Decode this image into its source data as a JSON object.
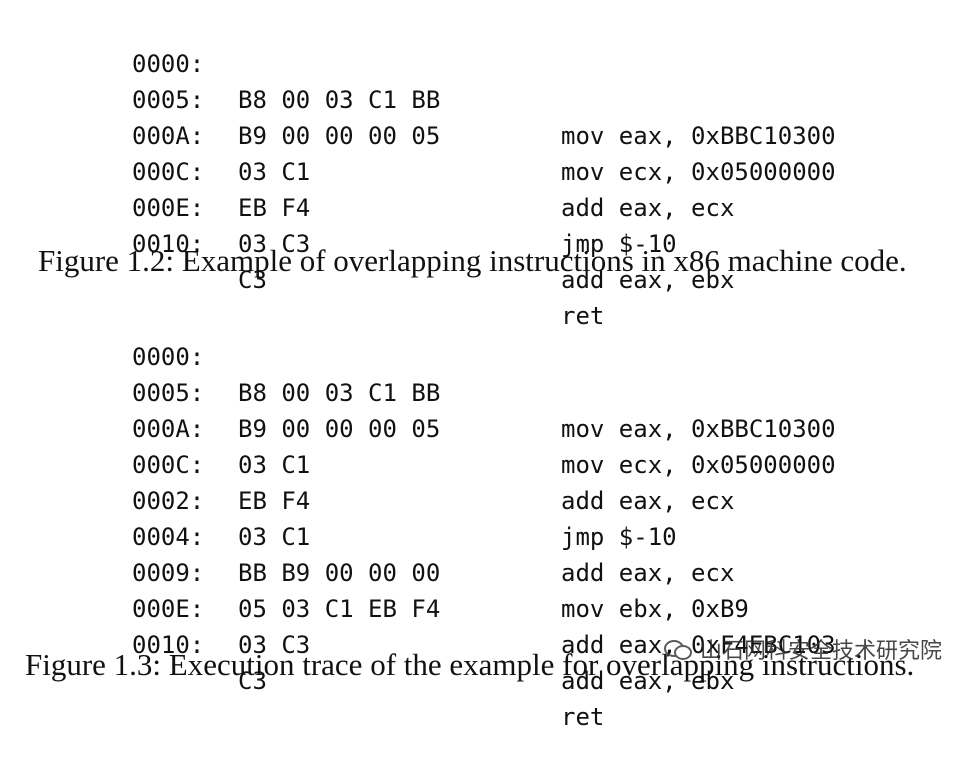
{
  "figure_1_2": {
    "rows": [
      {
        "addr": "0000:",
        "bytes": "B8 00 03 C1 BB",
        "asm": "mov eax, 0xBBC10300"
      },
      {
        "addr": "0005:",
        "bytes": "B9 00 00 00 05",
        "asm": "mov ecx, 0x05000000"
      },
      {
        "addr": "000A:",
        "bytes": "03 C1",
        "asm": "add eax, ecx"
      },
      {
        "addr": "000C:",
        "bytes": "EB F4",
        "asm": "jmp $-10"
      },
      {
        "addr": "000E:",
        "bytes": "03 C3",
        "asm": "add eax, ebx"
      },
      {
        "addr": "0010:",
        "bytes": "C3",
        "asm": "ret"
      }
    ],
    "caption": "Figure 1.2: Example of overlapping instructions in x86 machine code."
  },
  "figure_1_3": {
    "rows": [
      {
        "addr": "0000:",
        "bytes": "B8 00 03 C1 BB",
        "asm": "mov eax, 0xBBC10300"
      },
      {
        "addr": "0005:",
        "bytes": "B9 00 00 00 05",
        "asm": "mov ecx, 0x05000000"
      },
      {
        "addr": "000A:",
        "bytes": "03 C1",
        "asm": "add eax, ecx"
      },
      {
        "addr": "000C:",
        "bytes": "EB F4",
        "asm": "jmp $-10"
      },
      {
        "addr": "0002:",
        "bytes": "03 C1",
        "asm": "add eax, ecx"
      },
      {
        "addr": "0004:",
        "bytes": "BB B9 00 00 00",
        "asm": "mov ebx, 0xB9"
      },
      {
        "addr": "0009:",
        "bytes": "05 03 C1 EB F4",
        "asm": "add eax, 0xF4EBC103"
      },
      {
        "addr": "000E:",
        "bytes": "03 C3",
        "asm": "add eax, ebx"
      },
      {
        "addr": "0010:",
        "bytes": "C3",
        "asm": "ret"
      }
    ],
    "caption": "Figure 1.3: Execution trace of the example for overlapping instructions."
  },
  "watermark": {
    "text": "山石网科安全技术研究院",
    "icon": "wechat-icon"
  }
}
